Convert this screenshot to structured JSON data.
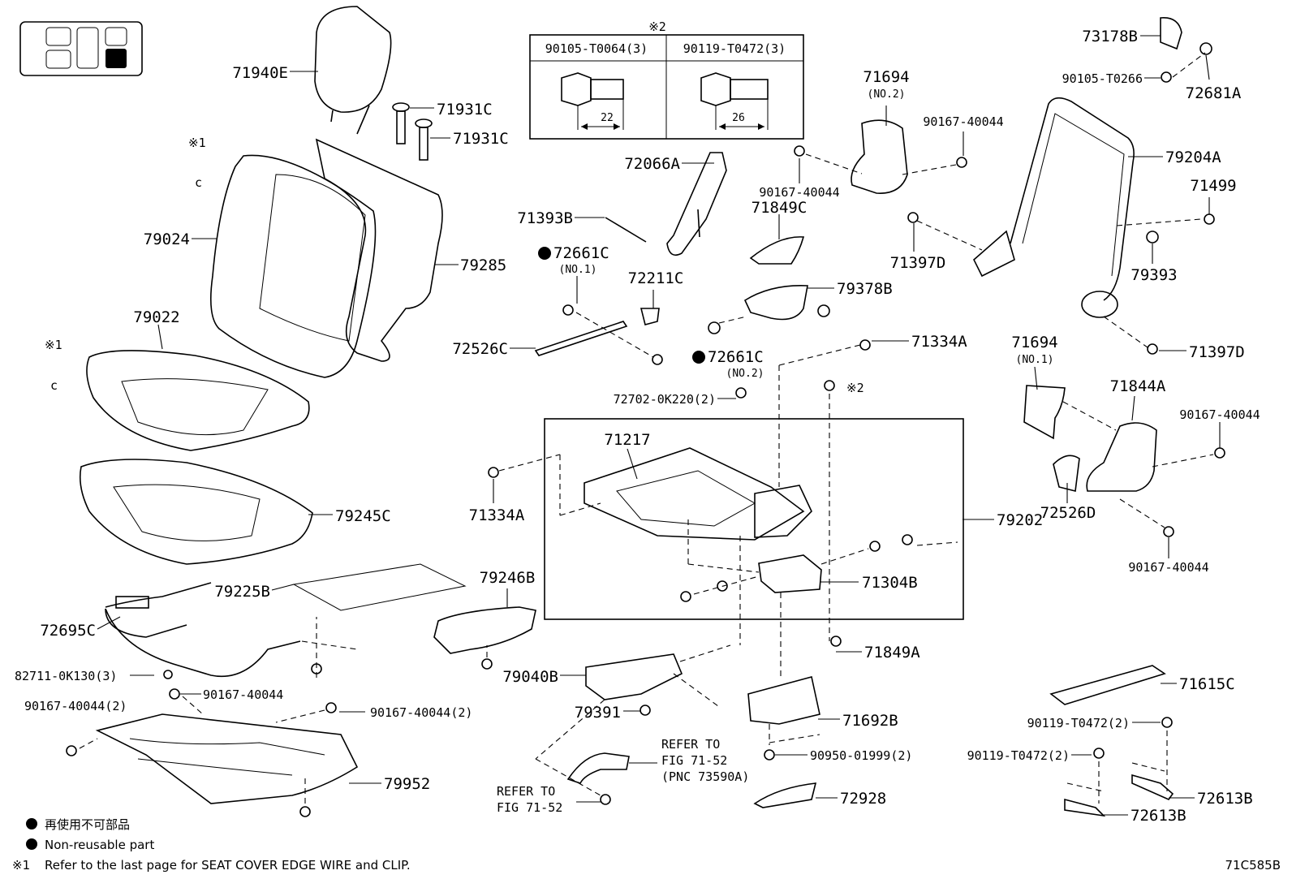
{
  "diagram_code": "71C585B",
  "legend": {
    "jp_nonreusable": "再使用不可部品",
    "en_nonreusable": "Non-reusable part",
    "note1_mark": "※1",
    "note1_text": "Refer to the last page for SEAT COVER EDGE WIRE and CLIP."
  },
  "bolt_table": {
    "mark": "※2",
    "col1": "90105-T0064(3)",
    "col2": "90119-T0472(3)",
    "dim1": "22",
    "dim2": "26"
  },
  "marks": {
    "note1_a": "※1",
    "note1_b": "※1",
    "note2": "※2",
    "clip_a": "c",
    "clip_b": "c"
  },
  "refer": {
    "fig1_l1": "REFER TO",
    "fig1_l2": "FIG 71-52",
    "fig1_l3": "(PNC 73590A)",
    "fig2_l1": "REFER TO",
    "fig2_l2": "FIG 71-52"
  },
  "labels": {
    "p71940E": "71940E",
    "p71931C_a": "71931C",
    "p71931C_b": "71931C",
    "p79024": "79024",
    "p79285": "79285",
    "p79022": "79022",
    "p79245C": "79245C",
    "p79225B": "79225B",
    "p72695C": "72695C",
    "p82711": "82711-0K130(3)",
    "p90167_2a": "90167-40044(2)",
    "p90167_a": "90167-40044",
    "p90167_2b": "90167-40044(2)",
    "p79952": "79952",
    "p72066A": "72066A",
    "p71393B": "71393B",
    "p72661C_1": "72661C",
    "p72661C_1n": "(NO.1)",
    "p72211C": "72211C",
    "p72526C": "72526C",
    "p72661C_2": "72661C",
    "p72661C_2n": "(NO.2)",
    "p72702": "72702-0K220(2)",
    "p71217": "71217",
    "p71334A_a": "71334A",
    "p79246B": "79246B",
    "p79040B": "79040B",
    "p79391": "79391",
    "p71694_2": "71694",
    "p71694_2n": "(NO.2)",
    "p90167_c": "90167-40044",
    "p90167_d": "90167-40044",
    "p71849C": "71849C",
    "p79378B": "79378B",
    "p71334A_b": "71334A",
    "p79202": "79202",
    "p71304B": "71304B",
    "p71849A": "71849A",
    "p71692B": "71692B",
    "p90950": "90950-01999(2)",
    "p72928": "72928",
    "p73178B": "73178B",
    "p90105": "90105-T0266",
    "p72681A": "72681A",
    "p79204A": "79204A",
    "p71499": "71499",
    "p71397D_a": "71397D",
    "p79393": "79393",
    "p71397D_b": "71397D",
    "p71694_1": "71694",
    "p71694_1n": "(NO.1)",
    "p71844A": "71844A",
    "p90167_e": "90167-40044",
    "p72526D": "72526D",
    "p90167_f": "90167-40044",
    "p71615C": "71615C",
    "p90119_a": "90119-T0472(2)",
    "p90119_b": "90119-T0472(2)",
    "p72613B_a": "72613B",
    "p72613B_b": "72613B"
  }
}
